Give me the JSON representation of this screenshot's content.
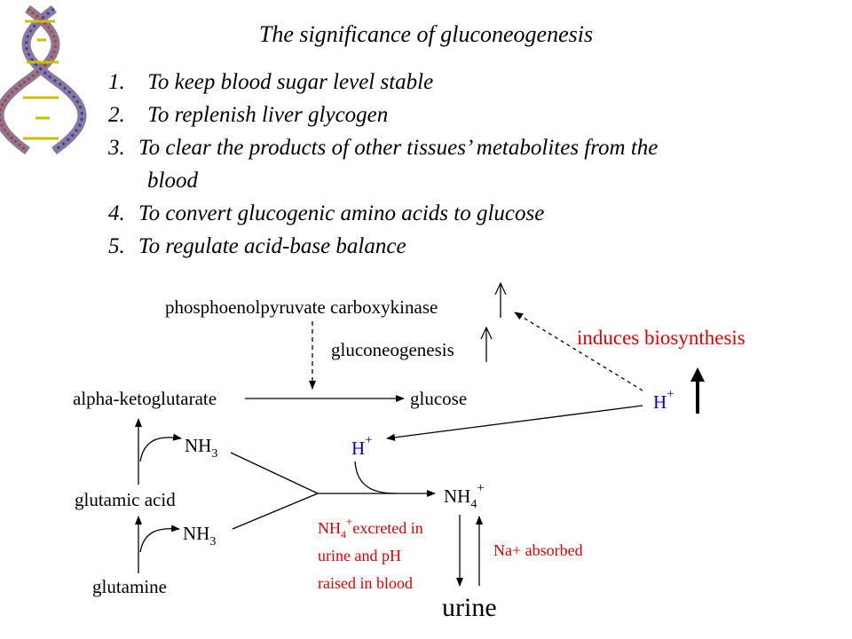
{
  "title": "The significance of gluconeogenesis",
  "list": [
    {
      "num": "1.",
      "text": "To keep blood sugar level stable"
    },
    {
      "num": "2.",
      "text": "To replenish liver glycogen"
    },
    {
      "num": "3.",
      "text": "To clear the products of other tissues’ metabolites  from  the"
    },
    {
      "num": "",
      "text": "blood"
    },
    {
      "num": "4.",
      "text": "To convert glucogenic amino acids to glucose"
    },
    {
      "num": "5.",
      "text": "To regulate acid-base balance"
    }
  ],
  "diagram": {
    "pepck": "phosphoenolpyruvate carboxykinase",
    "gluconeogenesis": "gluconeogenesis",
    "induces": "induces biosynthesis",
    "alpha_kg": "alpha-ketoglutarate",
    "glucose": "glucose",
    "glutamic_acid": "glutamic acid",
    "glutamine": "glutamine",
    "nh3": "NH",
    "nh3_sub": "3",
    "nh4": "NH",
    "nh4_sub": "4",
    "plus": "+",
    "h": "H",
    "excreted_1": "excreted in",
    "excreted_2": "urine and pH",
    "excreted_3": "raised in blood",
    "na_absorbed": "Na+ absorbed",
    "urine": "urine"
  },
  "colors": {
    "red": "#e00000",
    "blue": "#0000cc",
    "black": "#000000"
  },
  "icons": {
    "dna": "dna-helix-icon"
  }
}
